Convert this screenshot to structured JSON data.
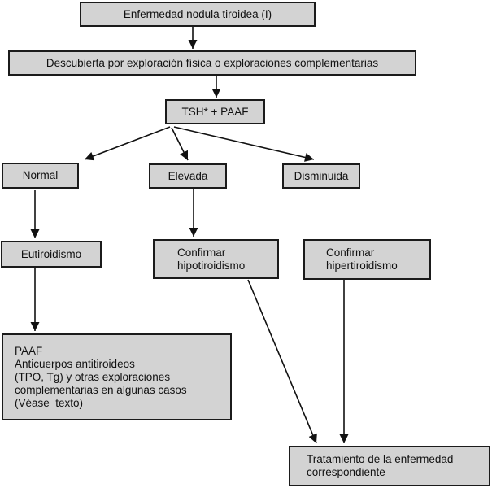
{
  "colors": {
    "background": "#ffffff",
    "box_fill": "#d3d3d3",
    "box_border": "#1b1b1b",
    "arrow": "#111111",
    "text": "#111111"
  },
  "nodes": {
    "enfermedad": {
      "label": "Enfermedad nodula tiroidea (I)"
    },
    "descubierta": {
      "label": "Descubierta por exploración física o exploraciones complementarias"
    },
    "tsh": {
      "label": "TSH* + PAAF"
    },
    "normal": {
      "label": "Normal"
    },
    "elevada": {
      "label": "Elevada"
    },
    "disminuida": {
      "label": "Disminuida"
    },
    "eutiroidismo": {
      "label": "Eutiroidismo"
    },
    "confirmar_hipotiroidismo": {
      "lines": [
        "Confirmar",
        "hipotiroidismo"
      ]
    },
    "confirmar_hipertiroidismo": {
      "lines": [
        "Confirmar",
        "hipertiroidismo"
      ]
    },
    "paaf_detalle": {
      "lines": [
        "PAAF",
        "Anticuerpos antitiroideos",
        "(TPO, Tg) y otras exploraciones",
        "complementarias en algunas casos",
        "(Véase  texto)"
      ]
    },
    "tratamiento": {
      "lines": [
        "Tratamiento de la enfermedad",
        "correspondiente"
      ]
    }
  },
  "edges": [
    {
      "from": "enfermedad",
      "to": "descubierta"
    },
    {
      "from": "descubierta",
      "to": "tsh"
    },
    {
      "from": "tsh",
      "to": "normal"
    },
    {
      "from": "tsh",
      "to": "elevada"
    },
    {
      "from": "tsh",
      "to": "disminuida"
    },
    {
      "from": "normal",
      "to": "eutiroidismo"
    },
    {
      "from": "elevada",
      "to": "confirmar_hipotiroidismo"
    },
    {
      "from": "eutiroidismo",
      "to": "paaf_detalle"
    },
    {
      "from": "confirmar_hipotiroidismo",
      "to": "tratamiento"
    },
    {
      "from": "confirmar_hipertiroidismo",
      "to": "tratamiento"
    }
  ]
}
